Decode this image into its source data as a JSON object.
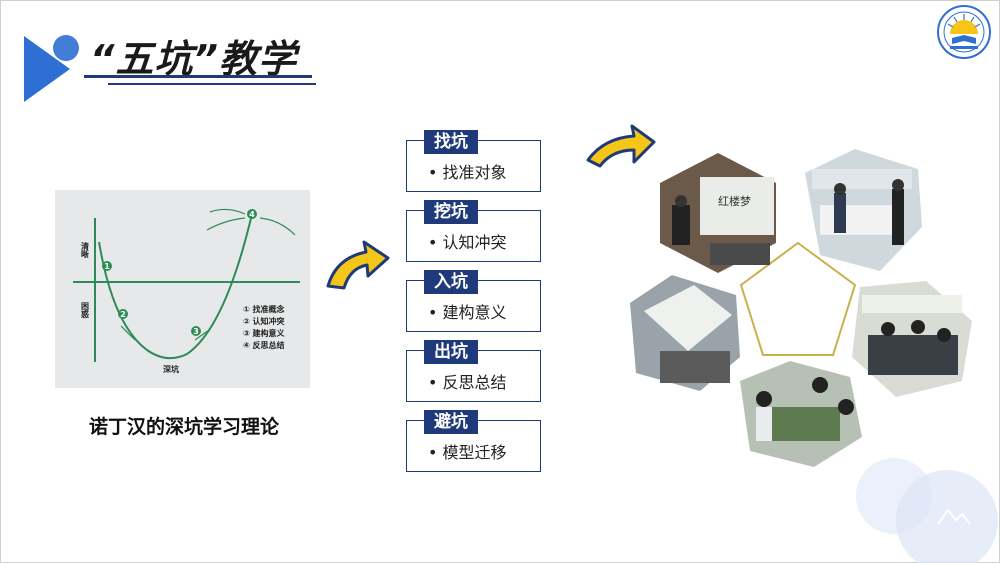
{
  "slide": {
    "title": "“五坑”教学"
  },
  "theory": {
    "caption": "诺丁汉的深坑学习理论",
    "y_top_label": "清晰",
    "y_bottom_label": "困惑",
    "pit_label": "深坑",
    "points": [
      "1",
      "2",
      "3",
      "4"
    ],
    "legend": [
      "① 找准概念",
      "② 认知冲突",
      "③ 建构意义",
      "④ 反思总结"
    ]
  },
  "stages": [
    {
      "tag": "找坑",
      "item": "• 找准对象"
    },
    {
      "tag": "挖坑",
      "item": "• 认知冲突"
    },
    {
      "tag": "入坑",
      "item": "• 建构意义"
    },
    {
      "tag": "出坑",
      "item": "• 反思总结"
    },
    {
      "tag": "避坑",
      "item": "• 模型迁移"
    }
  ],
  "photos": {
    "board_text_1": "红楼梦"
  },
  "colors": {
    "navy": "#1f3a7a",
    "accent_blue": "#2e6fd3",
    "arrow_yellow": "#f5c518",
    "pentagon_gold": "#c9b14a",
    "curve_green": "#2e8b57",
    "bubble_light": "#e9eef9"
  }
}
